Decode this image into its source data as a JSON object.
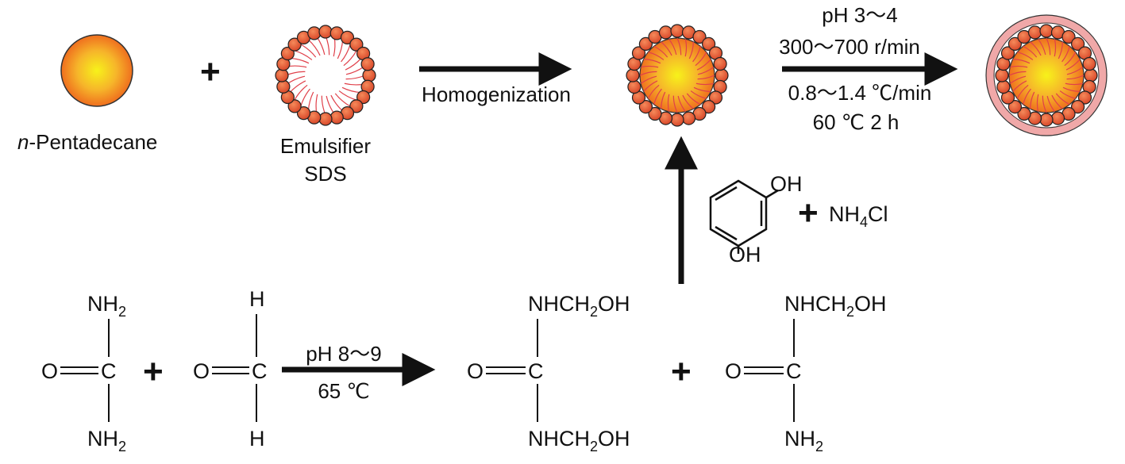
{
  "top": {
    "pentadecane_prefix": "n",
    "pentadecane_rest": "-Pentadecane",
    "plus": "+",
    "emulsifier_line1": "Emulsifier",
    "emulsifier_line2": "SDS",
    "homogenization": "Homogenization",
    "cond_line1": "pH 3～4",
    "cond_line2": "300～700 r/min",
    "cond_line3": "0.8～1.4 ℃/min",
    "cond_line4": "60 ℃ 2 h"
  },
  "resorcinol": {
    "oh_top": "OH",
    "oh_bottom": "OH",
    "plus": "+",
    "nh4cl_main": "NH",
    "nh4cl_sub": "4",
    "nh4cl_tail": "Cl"
  },
  "urea": {
    "top_main": "NH",
    "top_sub": "2",
    "o": "O",
    "c": "C",
    "bottom_main": "NH",
    "bottom_sub": "2"
  },
  "plus1": "+",
  "formaldehyde": {
    "h_top": "H",
    "o": "O",
    "c": "C",
    "h_bottom": "H"
  },
  "reaction_cond": {
    "line1": "pH 8～9",
    "line2": "65 ℃"
  },
  "dimethylol": {
    "top_a": "NHCH",
    "top_sub": "2",
    "top_b": "OH",
    "o": "O",
    "c": "C",
    "bottom_a": "NHCH",
    "bottom_sub": "2",
    "bottom_b": "OH"
  },
  "plus2": "+",
  "monomethylol": {
    "top_a": "NHCH",
    "top_sub": "2",
    "top_b": "OH",
    "o": "O",
    "c": "C",
    "bottom_main": "NH",
    "bottom_sub": "2"
  },
  "colors": {
    "sphere_center": "#f5ee1a",
    "sphere_edge": "#f07a1e",
    "bead": "#e8552c",
    "tail": "#e0404a",
    "shell": "#f0a8a8"
  }
}
